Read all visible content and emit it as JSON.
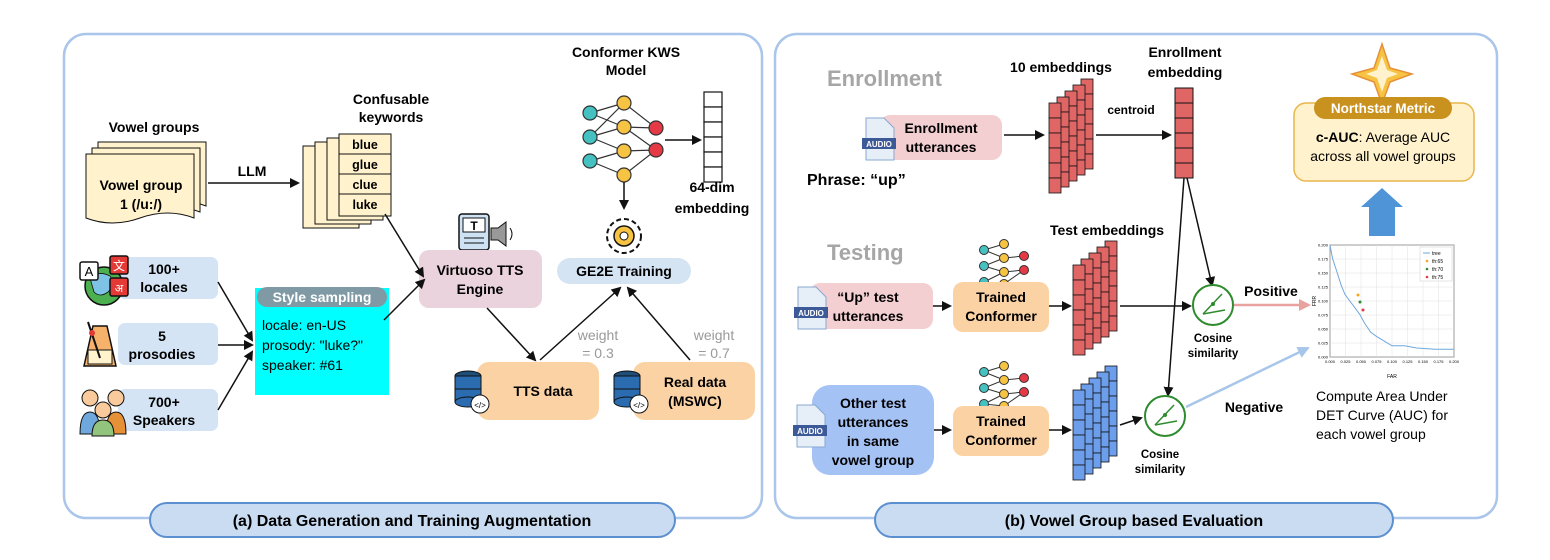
{
  "panel_a": {
    "caption": "(a) Data Generation and Training Augmentation",
    "vowel_groups": {
      "title": "Vowel groups",
      "card_line1": "Vowel group",
      "card_line2": "1 (/u:/)"
    },
    "llm_label": "LLM",
    "confusable": {
      "title_line1": "Confusable",
      "title_line2": "keywords",
      "words": [
        "blue",
        "glue",
        "clue",
        "luke"
      ]
    },
    "locales": {
      "line1": "100+",
      "line2": "locales",
      "icon_glyphs": [
        "A",
        "文",
        "अ"
      ]
    },
    "prosodies": {
      "line1": "5",
      "line2": "prosodies"
    },
    "speakers": {
      "line1": "700+",
      "line2": "Speakers"
    },
    "style_sampling": {
      "title": "Style sampling",
      "lines": [
        "locale: en-US",
        "prosody: \"luke?\"",
        "speaker: #61"
      ]
    },
    "tts_engine": {
      "line1": "Virtuoso TTS",
      "line2": "Engine"
    },
    "conformer_kws": {
      "line1": "Conformer KWS",
      "line2": "Model"
    },
    "embedding_label": {
      "line1": "64-dim",
      "line2": "embedding"
    },
    "ge2e": "GE2E Training",
    "weight_tts": {
      "line1": "weight",
      "line2": "= 0.3"
    },
    "weight_real": {
      "line1": "weight",
      "line2": "= 0.7"
    },
    "tts_data": "TTS data",
    "real_data": {
      "line1": "Real data",
      "line2": "(MSWC)"
    }
  },
  "panel_b": {
    "caption": "(b) Vowel Group based Evaluation",
    "enrollment_heading": "Enrollment",
    "testing_heading": "Testing",
    "audio_icon_text": "AUDIO",
    "enrollment_utt": {
      "line1": "Enrollment",
      "line2": "utterances"
    },
    "phrase": "Phrase: “up”",
    "ten_embeddings": "10 embeddings",
    "centroid": "centroid",
    "enrollment_embedding": {
      "line1": "Enrollment",
      "line2": "embedding"
    },
    "test_embeddings": "Test embeddings",
    "up_test": {
      "line1": "“Up” test",
      "line2": "utterances"
    },
    "other_test": {
      "line1": "Other test",
      "line2": "utterances",
      "line3": "in same",
      "line4": "vowel group"
    },
    "trained_conformer": {
      "line1": "Trained",
      "line2": "Conformer"
    },
    "cosine": {
      "line1": "Cosine",
      "line2": "similarity"
    },
    "positive": "Positive",
    "negative": "Negative",
    "northstar": {
      "title": "Northstar Metric",
      "bold": "c-AUC",
      "text1": ": Average AUC",
      "text2": "across all vowel groups"
    },
    "det": {
      "xlabel": "FAR",
      "ylabel": "FRR",
      "legend": [
        "tree",
        "th:65",
        "th:70",
        "th:75"
      ],
      "yticks": [
        "0.200",
        "0.175",
        "0.150",
        "0.125",
        "0.100",
        "0.075",
        "0.050",
        "0.025",
        "0.000"
      ],
      "xticks": [
        "0.000",
        "0.025",
        "0.050",
        "0.075",
        "0.100",
        "0.125",
        "0.150",
        "0.175",
        "0.200"
      ]
    },
    "compute_text": [
      "Compute Area Under",
      "DET Curve (AUC) for",
      "each vowel group"
    ]
  },
  "colors": {
    "panel_border": "#aac6ea",
    "caption_fill": "#c9dcf2",
    "caption_border": "#5b8fd0",
    "blue_box": "#d4e4f4",
    "pink_box": "#f4cfd2",
    "orange_box": "#fbd2a4",
    "cyan_box": "#00ffff",
    "style_title": "#7f9aa5",
    "ge2e_box": "#d5e4f3",
    "tts_engine_box": "#ead3dc",
    "other_test_box": "#a4c2f4",
    "northstar_fill": "#fff2cc",
    "northstar_border": "#e8b64c",
    "northstar_title": "#c9921f",
    "up_arrow": "#4f94d6",
    "positive_arrow": "#e8a3a0",
    "negative_arrow": "#a8c6ea",
    "embed_red": "#e06666",
    "embed_blue": "#6d9eeb",
    "cosine_green": "#2e8b2e",
    "node_teal": "#45c1c1",
    "node_yellow": "#f6c342",
    "node_red": "#e63946"
  },
  "icons": [
    "document-stack-icon",
    "globe-language-icon",
    "metronome-icon",
    "people-group-icon",
    "tts-engine-icon",
    "neural-network-icon",
    "gear-training-icon",
    "database-cloud-icon",
    "audio-file-icon",
    "cosine-similarity-icon",
    "star-icon",
    "det-curve-chart"
  ]
}
